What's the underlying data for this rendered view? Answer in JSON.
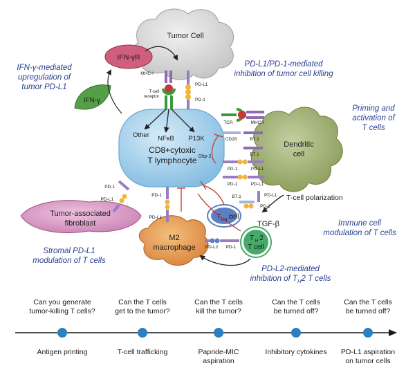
{
  "titles": {
    "ifn": [
      "IFN-γ-mediated",
      "upregulation of",
      "tumor PD-L1"
    ],
    "pd1": [
      "PD-L1/PD-1-mediated",
      "inhibition of tumor cell killing"
    ],
    "priming": [
      "Priming and",
      "activation of",
      "T cells"
    ],
    "immune": [
      "Immune cell",
      "modulation of T cells"
    ],
    "stromal": [
      "Stromal PD-L1",
      "modulation of T cells"
    ],
    "pdl2_pre": "PD-L2-mediated",
    "pdl2_line2_a": "inhibition of T",
    "pdl2_line2_sub": "H",
    "pdl2_line2_b": "2 T cells"
  },
  "cells": {
    "tumor": "Tumor Cell",
    "ifngr": "IFN-γR",
    "ifng": "IFN-γ",
    "cd8": [
      "CD8+cytoxic",
      "T lymphocyte"
    ],
    "dendritic": [
      "Dendritic",
      "cell"
    ],
    "fibroblast": [
      "Tumor-associated",
      "fibroblast"
    ],
    "macrophage": [
      "M2",
      "macrophage"
    ],
    "treg_main": "T",
    "treg_sub": "reg",
    "treg_tail": " cell",
    "th2_main": "T",
    "th2_sub": "H",
    "th2_tail": "2",
    "th2_line2": "T cell"
  },
  "labels": {
    "mhc_top": "MHC-I",
    "tcr_top": [
      "T-cell",
      "receptor"
    ],
    "pdl1_top": "PD-L1",
    "pd1_top": "PD-1",
    "other": "Other",
    "nfkb": "NFκB",
    "p13k": "P13K",
    "shp2": "Shp-2",
    "tcr": "TCR",
    "mhc_right": "MHC-I",
    "cd28": "CD28",
    "b71": "B7.1",
    "b71b": "B7.1",
    "pd1_r1": "PD-1",
    "pdl1_r1": "PD-L1",
    "pd1_r2": "PD-1",
    "pdl1_r2": "PD-L1",
    "pdl1_r3": "PD-L1",
    "b71c": "B7.1",
    "pd1_r3": "PD-1",
    "tcell_polar": "T-cell polarization",
    "tgfb": "TGF-β",
    "pd1_fib": "PD-1",
    "pdl1_fib": "PD-L1",
    "pd1_mac": "PD-1",
    "pdl1_mac": "PD-L1",
    "pdl2": "PD-L2",
    "pd1_th2": "PD-1"
  },
  "timeline": {
    "questions": [
      [
        "Can you generate",
        "tumor-killing T cells?"
      ],
      [
        "Can the T cells",
        "get to the tumor?"
      ],
      [
        "Can the T cells",
        "kill the tumor?"
      ],
      [
        "Can the T cells",
        "be turned off?"
      ],
      [
        "Can the T cells",
        "be turned off?"
      ]
    ],
    "steps": [
      [
        "Antigen printing"
      ],
      [
        "T-cell trafficking"
      ],
      [
        "Papride-MIC",
        "aspiration"
      ],
      [
        "Inhibitory cytokines"
      ],
      [
        "PD-L1 aspiration",
        "on tumor cells"
      ]
    ]
  },
  "colors": {
    "cd8": "#a9d3ee",
    "tumor": "#d8d8d8",
    "dendritic": "#a8b87c",
    "fibroblast": "#dba0c8",
    "macrophage": "#e8a25c",
    "ifngr": "#cf5f7c",
    "ifng": "#55a046",
    "treg": "#5b7fc4",
    "th2": "#48aa6a",
    "title_text": "#2a3f8f",
    "timeline_dot": "#2a80c0"
  }
}
